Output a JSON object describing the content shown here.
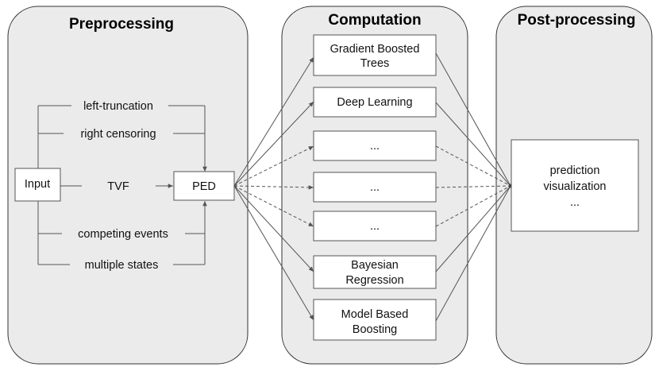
{
  "panels": {
    "preprocessing": "Preprocessing",
    "computation": "Computation",
    "postprocessing": "Post-processing"
  },
  "preprocessing": {
    "input": "Input",
    "ped": "PED",
    "tvf": "TVF",
    "left_truncation": "left-truncation",
    "right_censoring": "right censoring",
    "competing_events": "competing events",
    "multiple_states": "multiple states"
  },
  "computation": {
    "gbt_line1": "Gradient Boosted",
    "gbt_line2": "Trees",
    "deep_learning": "Deep Learning",
    "ellipsis1": "...",
    "ellipsis2": "...",
    "ellipsis3": "...",
    "bayes_line1": "Bayesian",
    "bayes_line2": "Regression",
    "mbb_line1": "Model Based",
    "mbb_line2": "Boosting"
  },
  "postprocessing": {
    "prediction": "prediction",
    "visualization": "visualization",
    "ellipsis": "..."
  }
}
